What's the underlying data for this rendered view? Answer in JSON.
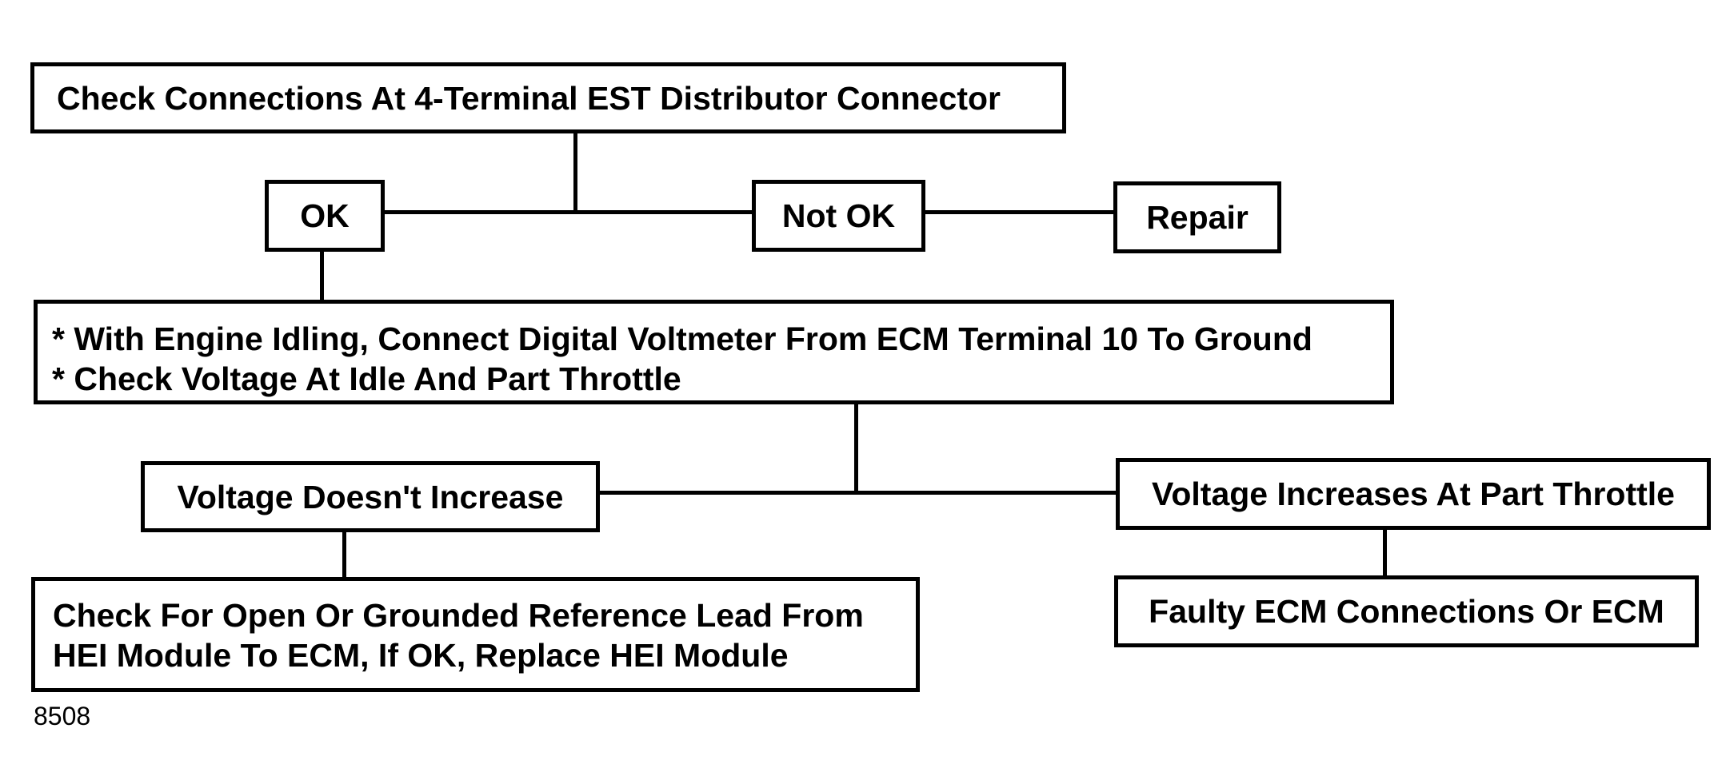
{
  "flowchart": {
    "check_connections": "Check Connections At 4-Terminal EST Distributor Connector",
    "ok": "OK",
    "not_ok": "Not OK",
    "repair": "Repair",
    "test_step": {
      "line1": "* With Engine Idling, Connect Digital Voltmeter From ECM Terminal 10 To Ground",
      "line2": "* Check Voltage At Idle And Part Throttle"
    },
    "voltage_doesnt_increase": "Voltage Doesn't Increase",
    "voltage_increases": "Voltage Increases At Part Throttle",
    "check_reference_lead": {
      "line1": "Check For Open Or Grounded Reference Lead From",
      "line2": "HEI Module To ECM, If OK, Replace HEI Module"
    },
    "faulty_ecm": "Faulty ECM Connections Or ECM"
  },
  "figure_number": "8508"
}
